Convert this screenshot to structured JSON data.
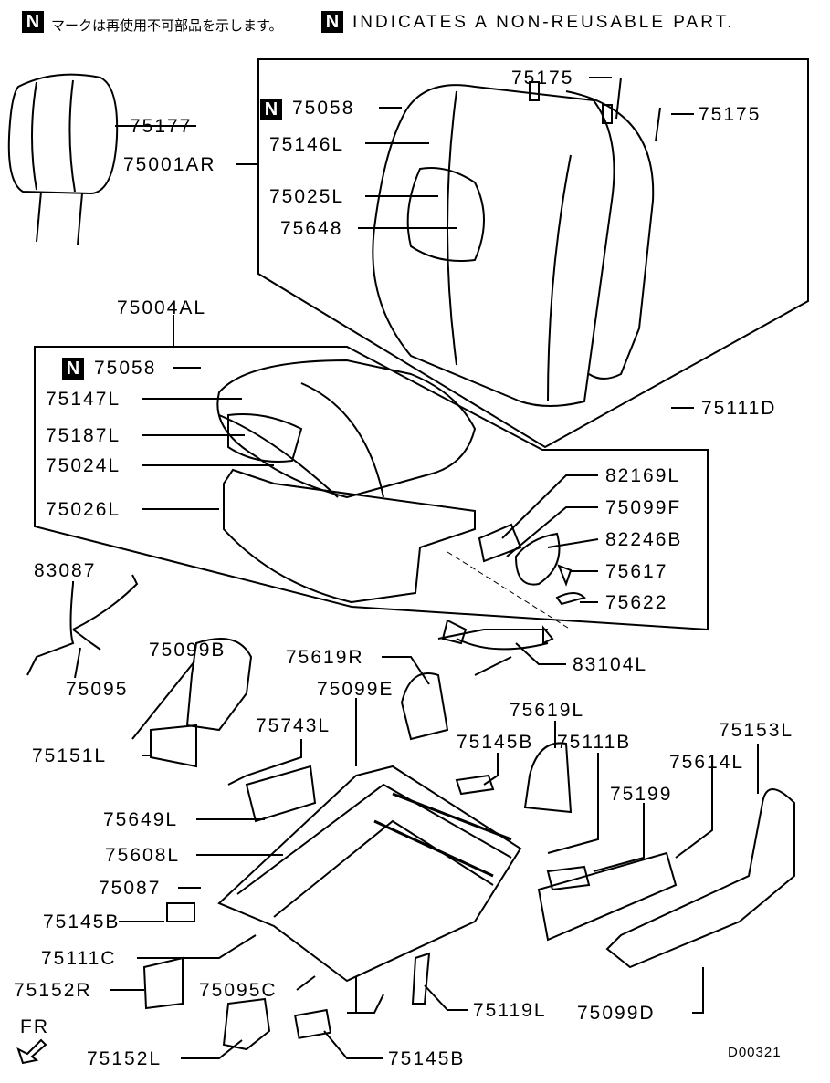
{
  "header": {
    "mark": "N",
    "japanese_note": "マークは再使用不可部品を示します。",
    "english_note": "INDICATES A NON-REUSABLE PART."
  },
  "labels": [
    "75177",
    "75001AR",
    "75058",
    "75146L",
    "75025L",
    "75648",
    "75175",
    "75175",
    "75004AL",
    "75058",
    "75147L",
    "75187L",
    "75024L",
    "75026L",
    "75111D",
    "82169L",
    "75099F",
    "82246B",
    "75617",
    "75622",
    "83087",
    "75099B",
    "75095",
    "83104L",
    "75619R",
    "75099E",
    "75619L",
    "75153L",
    "75743L",
    "75145B",
    "75111B",
    "75614L",
    "75151L",
    "75199",
    "75649L",
    "75608L",
    "75087",
    "75145B",
    "75111C",
    "75152R",
    "75095C",
    "75119L",
    "75099D",
    "75152L",
    "75145B"
  ],
  "front_indicator": "FR",
  "diagram_code": "D00321"
}
